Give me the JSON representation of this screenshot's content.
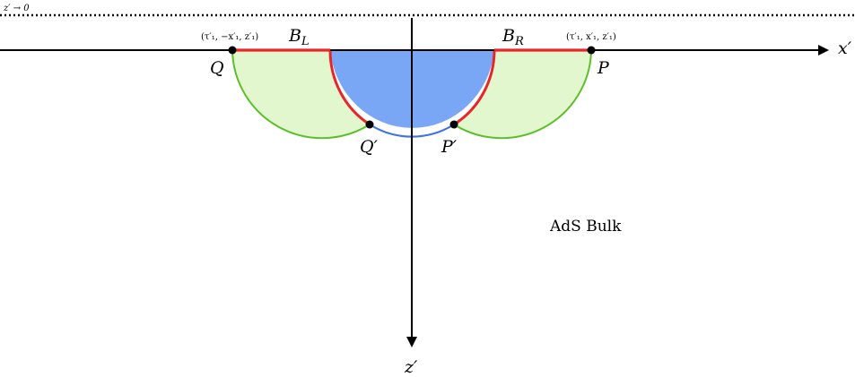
{
  "boundary_label": "z′ → 0",
  "x_axis_label": "x′",
  "z_axis_label": "z′",
  "region_label": "AdS Bulk",
  "points": {
    "Q": {
      "label": "Q",
      "coords": "(τ′₁, −x′₁, z′₁)"
    },
    "P": {
      "label": "P",
      "coords": "(τ′₁, x′₁, z′₁)"
    },
    "Q_prime": {
      "label": "Q′"
    },
    "P_prime": {
      "label": "P′"
    }
  },
  "segments": {
    "B_L": {
      "main": "B",
      "sub": "L"
    },
    "B_R": {
      "main": "B",
      "sub": "R"
    }
  },
  "colors": {
    "axis": "#000000",
    "segment_red": "#e8262a",
    "big_arc_blue": "#3f73e6",
    "big_fill": "#7aa6f6",
    "small_arc_green": "#5cbf2a",
    "small_fill": "#e3f7cf",
    "top_strip": "#b3cbf5"
  }
}
